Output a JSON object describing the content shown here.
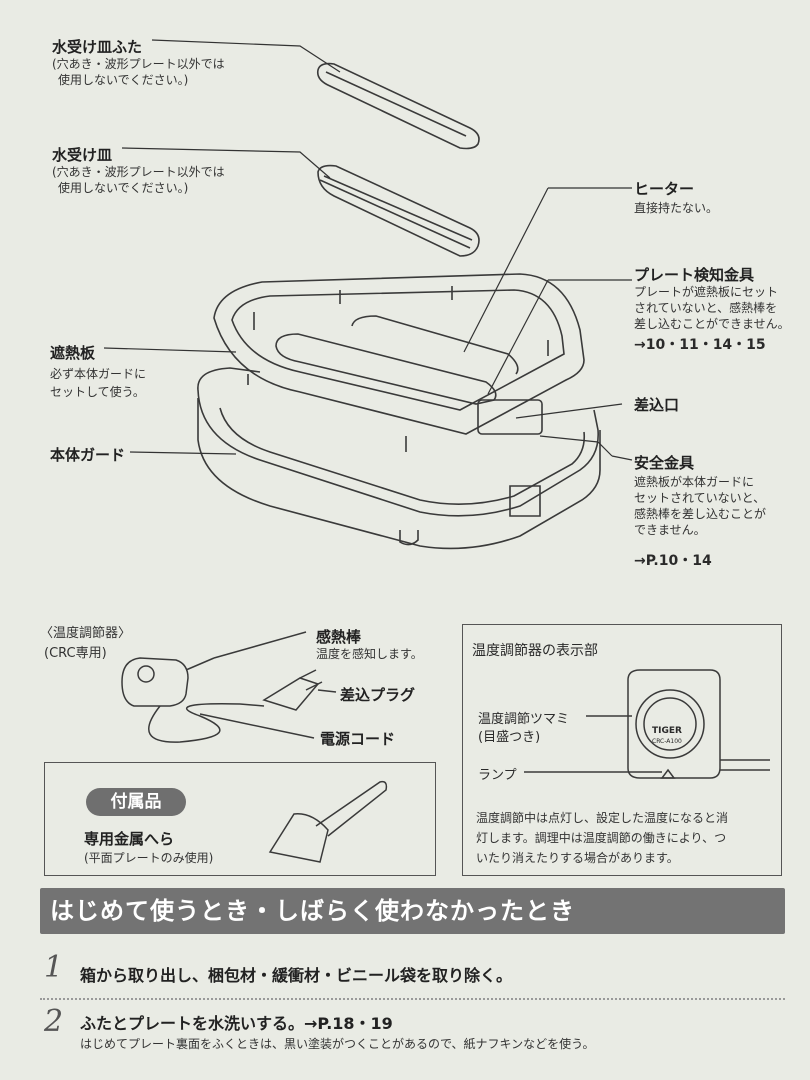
{
  "parts": {
    "drip_lid": {
      "title": "水受け皿ふた",
      "note1": "(穴あき・波形プレート以外では",
      "note2": "使用しないでください。)"
    },
    "drip_tray": {
      "title": "水受け皿",
      "note1": "(穴あき・波形プレート以外では",
      "note2": "使用しないでください。)"
    },
    "heater": {
      "title": "ヒーター",
      "note": "直接持たない。"
    },
    "plate_detector": {
      "title": "プレート検知金具",
      "note1": "プレートが遮熱板にセット",
      "note2": "されていないと、感熱棒を",
      "note3": "差し込むことができません。",
      "ref": "→10・11・14・15"
    },
    "heat_shield": {
      "title": "遮熱板",
      "note1": "必ず本体ガードに",
      "note2": "セットして使う。"
    },
    "socket": {
      "title": "差込口"
    },
    "body_guard": {
      "title": "本体ガード"
    },
    "safety_fitting": {
      "title": "安全金具",
      "note1": "遮熱板が本体ガードに",
      "note2": "セットされていないと、",
      "note3": "感熱棒を差し込むことが",
      "note4": "できません。",
      "ref": "→P.10・14"
    }
  },
  "controller": {
    "title": "〈温度調節器〉",
    "subtitle": "(CRC専用)",
    "probe": {
      "title": "感熱棒",
      "note": "温度を感知します。"
    },
    "plug": "差込プラグ",
    "cord": "電源コード"
  },
  "display": {
    "title": "温度調節器の表示部",
    "knob1": "温度調節ツマミ",
    "knob2": "(目盛つき)",
    "lamp": "ランプ",
    "brand": "TIGER",
    "model": "CRC-A100",
    "desc1": "温度調節中は点灯し、設定した温度になると消",
    "desc2": "灯します。調理中は温度調節の働きにより、つ",
    "desc3": "いたり消えたりする場合があります。"
  },
  "accessory": {
    "badge": "付属品",
    "name": "専用金属へら",
    "note": "(平面プレートのみ使用)"
  },
  "section": {
    "banner": "はじめて使うとき・しばらく使わなかったとき",
    "steps": [
      {
        "num": "1",
        "text": "箱から取り出し、梱包材・緩衝材・ビニール袋を取り除く。"
      },
      {
        "num": "2",
        "text": "ふたとプレートを水洗いする。→P.18・19",
        "sub": "はじめてプレート裏面をふくときは、黒い塗装がつくことがあるので、紙ナフキンなどを使う。"
      }
    ]
  }
}
